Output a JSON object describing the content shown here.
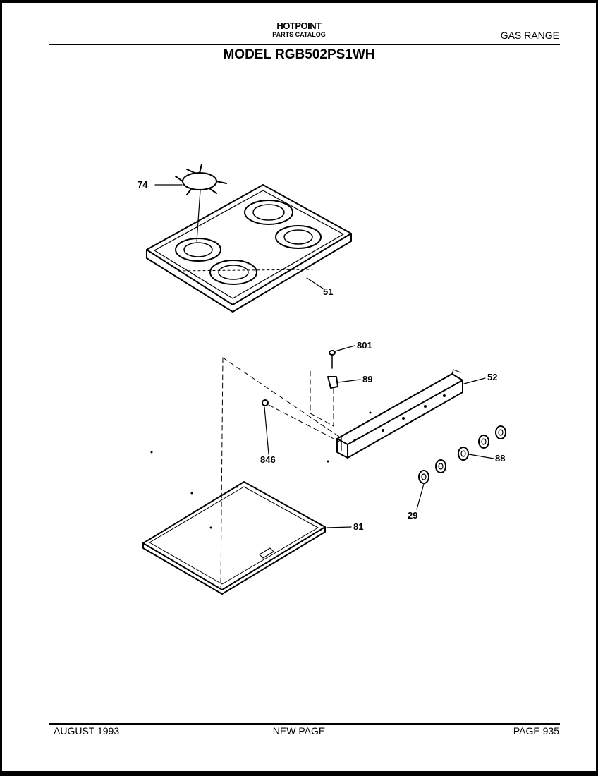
{
  "header": {
    "brand": "HOTPOINT",
    "catalog": "PARTS CATALOG",
    "category": "GAS RANGE",
    "model": "MODEL RGB502PS1WH"
  },
  "footer": {
    "date": "AUGUST 1993",
    "note": "NEW PAGE",
    "page": "PAGE 935"
  },
  "diagram": {
    "callouts": {
      "grate": "74",
      "cooktop": "51",
      "screw": "801",
      "clip": "89",
      "manifold": "52",
      "fitting": "846",
      "knob_small": "88",
      "knob_large": "29",
      "bottom_panel": "81"
    }
  }
}
